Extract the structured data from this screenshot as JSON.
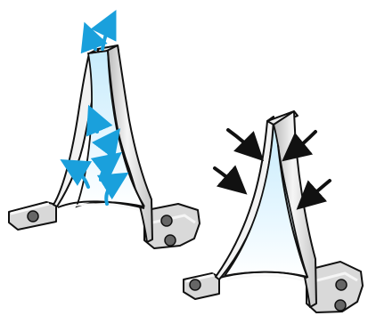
{
  "diagram": {
    "figures": [
      {
        "id": "left",
        "state": "expanded",
        "arrows": {
          "direction": "outward",
          "count": 7,
          "color": "#1aa0dc"
        }
      },
      {
        "id": "right",
        "state": "compressed",
        "arrows": {
          "direction": "inward",
          "count": 4,
          "color": "#111111"
        }
      }
    ],
    "colors": {
      "metal_light": "#f7f7f7",
      "metal_mid": "#d9d9d9",
      "metal_dark": "#a7a7a7",
      "outline": "#111111",
      "interior_blue": "#dff2fb",
      "interior_blue_2": "#f3fbff",
      "bolt_hole": "#666666"
    }
  }
}
